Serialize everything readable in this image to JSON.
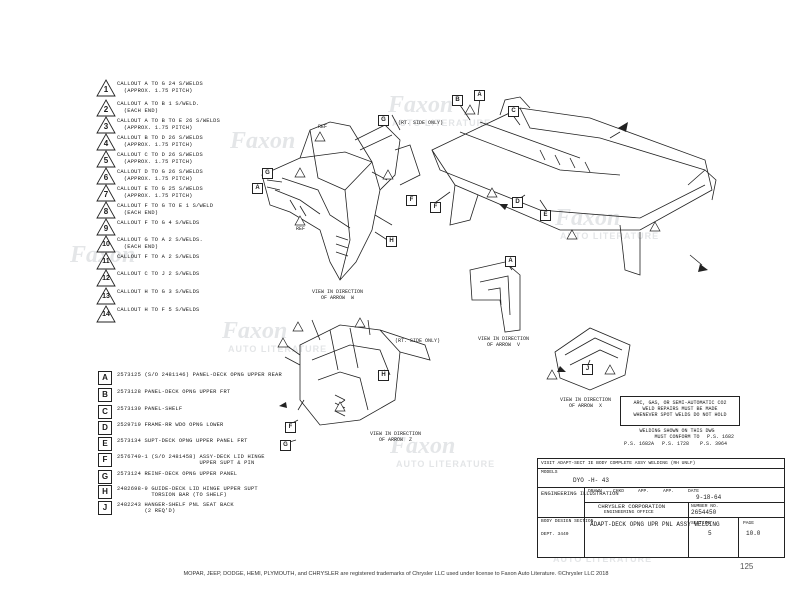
{
  "weld_callouts": [
    {
      "num": "1",
      "text": "CALLOUT A TO G 24 S/WELDS\n  (APPROX. 1.75 PITCH)"
    },
    {
      "num": "2",
      "text": "CALLOUT A TO B 1 S/WELD.\n  (EACH END)"
    },
    {
      "num": "3",
      "text": "CALLOUT A TO B TO E 26 S/WELDS\n  (APPROX. 1.75 PITCH)"
    },
    {
      "num": "4",
      "text": "CALLOUT B TO D 26 S/WELDS\n  (APPROX. 1.75 PITCH)"
    },
    {
      "num": "5",
      "text": "CALLOUT C TO D 26 S/WELDS\n  (APPROX. 1.75 PITCH)"
    },
    {
      "num": "6",
      "text": "CALLOUT D TO G 26 S/WELDS\n  (APPROX. 1.75 PITCH)"
    },
    {
      "num": "7",
      "text": "CALLOUT E TO G 25 S/WELDS\n  (APPROX. 1.75 PITCH)"
    },
    {
      "num": "8",
      "text": "CALLOUT F TO G TO E 1 S/WELD\n  (EACH END)"
    },
    {
      "num": "9",
      "text": "CALLOUT F TO G 4 S/WELDS"
    },
    {
      "num": "10",
      "text": "CALLOUT G TO A 2 S/WELDS.\n  (EACH END)"
    },
    {
      "num": "11",
      "text": "CALLOUT F TO A 2 S/WELDS"
    },
    {
      "num": "12",
      "text": "CALLOUT C TO J 2 S/WELDS"
    },
    {
      "num": "13",
      "text": "CALLOUT H TO G 3 S/WELDS"
    },
    {
      "num": "14",
      "text": "CALLOUT H TO F 5 S/WELDS"
    }
  ],
  "parts": [
    {
      "letter": "A",
      "text": "2573125 (S/O 2481146) PANEL-DECK OPNG UPPER REAR"
    },
    {
      "letter": "B",
      "text": "2573128 PANEL-DECK OPNG UPPER FRT"
    },
    {
      "letter": "C",
      "text": "2573130 PANEL-SHELF"
    },
    {
      "letter": "D",
      "text": "2529719 FRAME-RR WDO OPNG LOWER"
    },
    {
      "letter": "E",
      "text": "2573134 SUPT-DECK OPNG UPPER PANEL FRT"
    },
    {
      "letter": "F",
      "text": "2576740-1 (S/O 2481458) ASSY-DECK LID HINGE\n                        UPPER SUPT & PIN"
    },
    {
      "letter": "G",
      "text": "2573124 REINF-DECK OPNG UPPER PANEL"
    },
    {
      "letter": "H",
      "text": "2482698-9 GUIDE-DECK LID HINGE UPPER SUPT\n          TORSION BAR (TO SHELF)"
    },
    {
      "letter": "J",
      "text": "2482243 HANGER-SHELF PNL SEAT BACK\n        (2 REQ'D)"
    }
  ],
  "views": {
    "w": "VIEW IN DIRECTION\nOF ARROW  W",
    "v": "VIEW IN DIRECTION\nOF ARROW  V",
    "x": "VIEW IN DIRECTION\nOF ARROW  X",
    "z": "VIEW IN DIRECTION\nOF ARROW  Z"
  },
  "notes": {
    "ref": "REF",
    "rt_side_only": "(RT. SIDE ONLY)",
    "welding_box": "ARC, GAS, OR SEMI-AUTOMATIC CO2\nWELD REPAIRS MUST BE MADE\nWHENEVER SPOT WELDS DO NOT HOLD",
    "welding_std_title": "WELDING SHOWN ON THIS DWG\nMUST CONFORM TO",
    "welding_std_refs": [
      "P.S. 1682",
      "P.S. 1682A",
      "P.S. 1728",
      "P.S. 3964"
    ]
  },
  "title_block": {
    "header": "VISIT ADAPT-SECT IE BODY COMPLETE ASSY WELDING (RH UNLF)",
    "models_label": "MODELS",
    "models_value": "DYO -H- 43",
    "engineering_illustration": "ENGINEERING\nILLUSTRATION",
    "corp": "CHRYSLER CORPORATION",
    "corp_sub": "ENGINEERING OFFICE",
    "number_label": "NUMBER NO.",
    "number_value": "2654450",
    "body_design": "BODY DESIGN\nSECTION",
    "dept": "DEPT. 3440",
    "title": "ADAPT-DECK OPNG UPR\nPNL ASSY WELDING",
    "section_label": "SECTION",
    "section_value": "5",
    "page_label": "PAGE",
    "page_value": "10.0",
    "date": "9-18-64",
    "sig_labels": [
      "DRAWN",
      "CHKD",
      "APP.",
      "APP.",
      "DATE"
    ]
  },
  "watermark": {
    "brand": "Faxon",
    "sub": "AUTO LITERATURE"
  },
  "footer": "MOPAR, JEEP, DODGE, HEMI, PLYMOUTH, and CHRYSLER are registered trademarks of Chrysler LLC used under license to Faxon Auto Literature. ©Chrysler LLC 2018",
  "page_number": "125"
}
